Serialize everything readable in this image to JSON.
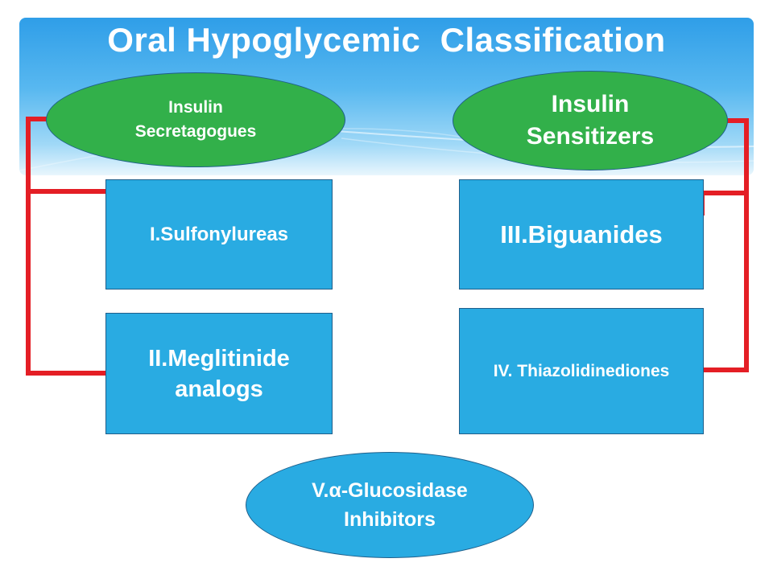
{
  "title": "Oral Hypoglycemic  Classification",
  "groups": {
    "secretagogues": "Insulin\nSecretagogues",
    "sensitizers": "Insulin\nSensitizers"
  },
  "classes": {
    "sulfonylureas": "I.Sulfonylureas",
    "meglitinide": "II.Meglitinide\nanalogs",
    "biguanides": "III.Biguanides",
    "thiazolidinediones": "IV. Thiazolidinediones",
    "glucosidase": "V.α-Glucosidase\nInhibitors"
  },
  "colors": {
    "connector": "#e41e25",
    "box_fill": "#29abe2",
    "oval_green": "#32b04a",
    "text": "#ffffff"
  }
}
